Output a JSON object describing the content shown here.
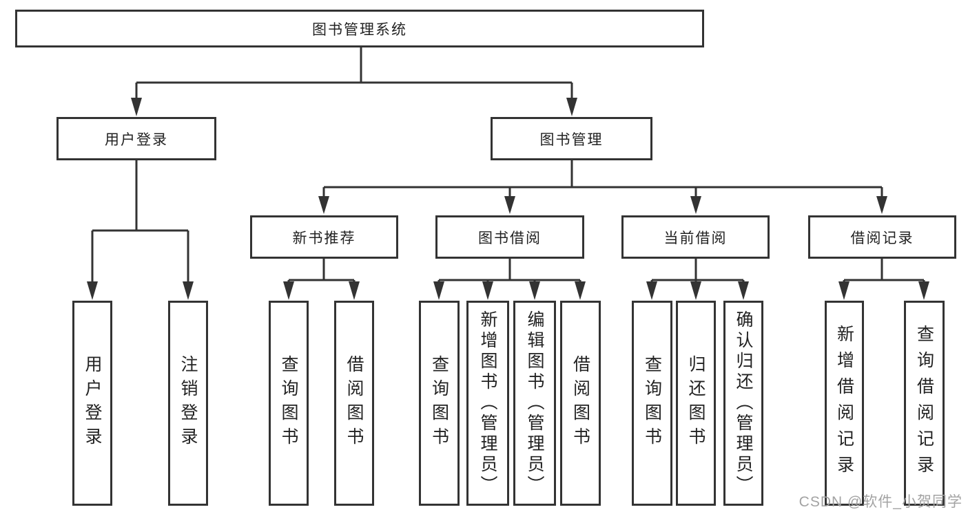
{
  "root": {
    "label": "图书管理系统"
  },
  "branches": [
    {
      "label": "用户登录",
      "children": [
        {
          "label": "用户登录"
        },
        {
          "label": "注销登录"
        }
      ]
    },
    {
      "label": "图书管理",
      "sections": [
        {
          "label": "新书推荐",
          "children": [
            {
              "label": "查询图书"
            },
            {
              "label": "借阅图书"
            }
          ]
        },
        {
          "label": "图书借阅",
          "children": [
            {
              "label": "查询图书"
            },
            {
              "label": "新增图书（管理员）"
            },
            {
              "label": "编辑图书（管理员）"
            },
            {
              "label": "借阅图书"
            }
          ]
        },
        {
          "label": "当前借阅",
          "children": [
            {
              "label": "查询图书"
            },
            {
              "label": "归还图书"
            },
            {
              "label": "确认归还（管理员）"
            }
          ]
        },
        {
          "label": "借阅记录",
          "children": [
            {
              "label": "新增借阅记录"
            },
            {
              "label": "查询借阅记录"
            }
          ]
        }
      ]
    }
  ],
  "watermark": "CSDN @软件_小贺同学",
  "colors": {
    "line": "#333333",
    "box_border": "#333333",
    "text": "#222222",
    "watermark": "#a3a3a3",
    "background": "#ffffff"
  }
}
